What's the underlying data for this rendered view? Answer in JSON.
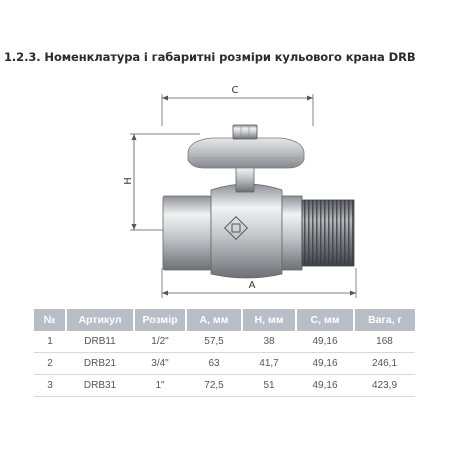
{
  "heading": "1.2.3. Номенклатура і габаритні розміри кульового крана DRB",
  "drawing": {
    "label_c": "C",
    "label_h": "H",
    "label_a": "A"
  },
  "table": {
    "headers": [
      "№",
      "Артикул",
      "Розмір",
      "A, мм",
      "H, мм",
      "C, мм",
      "Вага, г"
    ],
    "rows": [
      [
        "1",
        "DRB11",
        "1/2\"",
        "57,5",
        "38",
        "49,16",
        "168"
      ],
      [
        "2",
        "DRB21",
        "3/4\"",
        "63",
        "41,7",
        "49,16",
        "246,1"
      ],
      [
        "3",
        "DRB31",
        "1\"",
        "72,5",
        "51",
        "49,16",
        "423,9"
      ]
    ]
  }
}
